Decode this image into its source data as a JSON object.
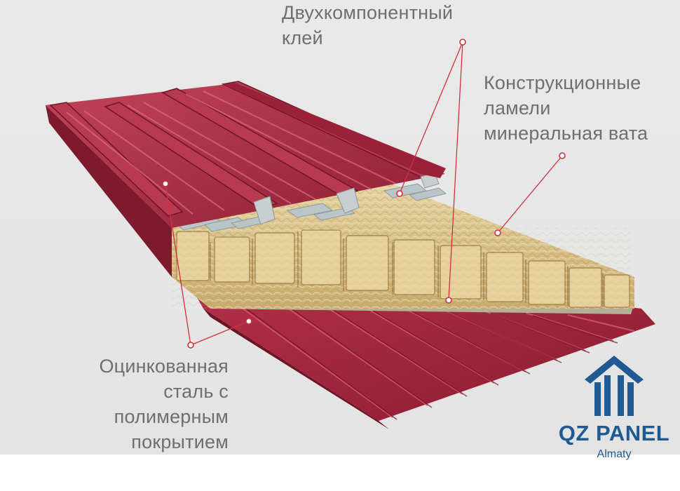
{
  "labels": {
    "glue": "Двухкомпонентный\nклей",
    "wool": "Конструкционные\nламели\nминеральная вата",
    "steel": "Оцинкованная\nсталь с полимерным\nпокрытием"
  },
  "logo": {
    "name": "QZ PANEL",
    "city": "Almaty"
  },
  "colors": {
    "steel": "#a8283f",
    "steel_dark": "#7d1a2c",
    "steel_light": "#c84660",
    "wool": "#d9c28c",
    "glue": "#b9c5c7",
    "pointer": "#d0303f",
    "brand": "#1f5a93",
    "text": "#6f6f6f"
  }
}
